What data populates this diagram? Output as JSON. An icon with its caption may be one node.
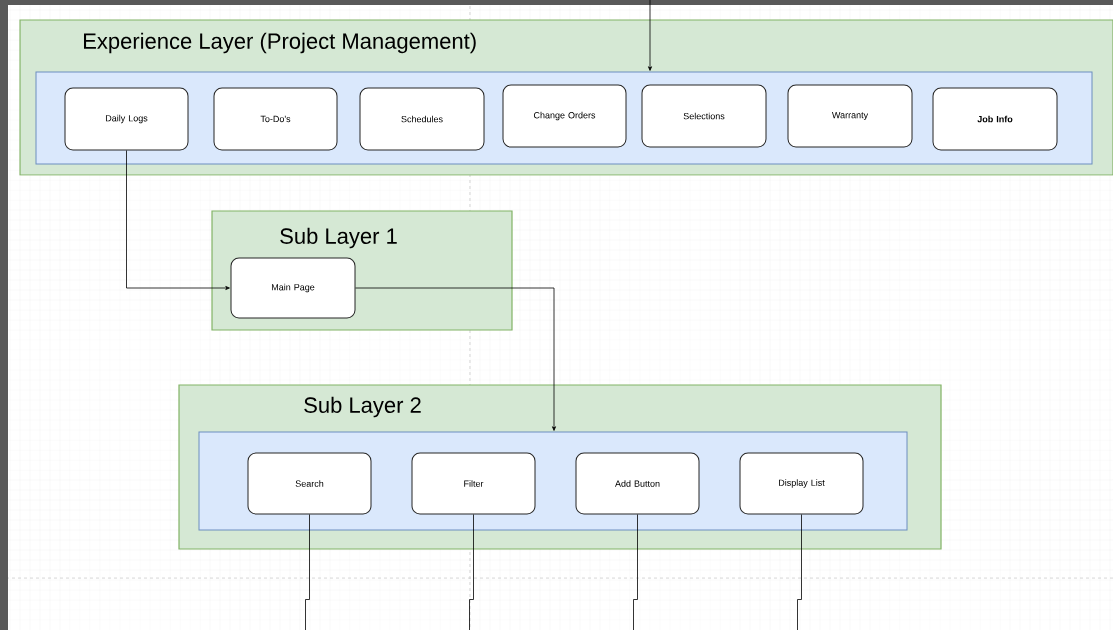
{
  "diagram": {
    "nodes": [
      {
        "text": [
          "Experience Layer (Project Management)"
        ]
      },
      {
        "text": [],
        "shape": "box",
        "in": 0
      },
      {
        "text": [
          "Daily Logs"
        ],
        "in": 1
      },
      {
        "text": [
          "To-Do's"
        ],
        "in": 1
      },
      {
        "text": [
          "Schedules"
        ],
        "in": 1
      },
      {
        "text": [
          "Change Orders"
        ],
        "in": 1
      },
      {
        "text": [
          "Selections"
        ],
        "in": 1
      },
      {
        "text": [
          "Warranty"
        ],
        "in": 1
      },
      {
        "text": [
          "Job Info"
        ],
        "in": 1
      },
      {
        "text": [
          "Sub Layer 1"
        ]
      },
      {
        "text": [
          "Main Page"
        ],
        "in": 9
      },
      {
        "text": [
          "Sub Layer 2"
        ]
      },
      {
        "text": [],
        "shape": "box",
        "in": 11
      },
      {
        "text": [
          "Search"
        ],
        "in": 12
      },
      {
        "text": [
          "Filter"
        ],
        "in": 12
      },
      {
        "text": [
          "Add Button"
        ],
        "in": 12
      },
      {
        "text": [
          "Display List"
        ],
        "in": 12
      }
    ],
    "edges": [
      {
        "from": null,
        "to": 1,
        "arrow": "to"
      },
      {
        "from": 2,
        "to": 10,
        "arrow": "to"
      },
      {
        "from": 10,
        "to": 12,
        "arrow": "to"
      },
      {
        "from": 13,
        "to": null,
        "arrow": "none"
      },
      {
        "from": 14,
        "to": null,
        "arrow": "none"
      },
      {
        "from": 15,
        "to": null,
        "arrow": "none"
      },
      {
        "from": 16,
        "to": null,
        "arrow": "none"
      }
    ]
  }
}
